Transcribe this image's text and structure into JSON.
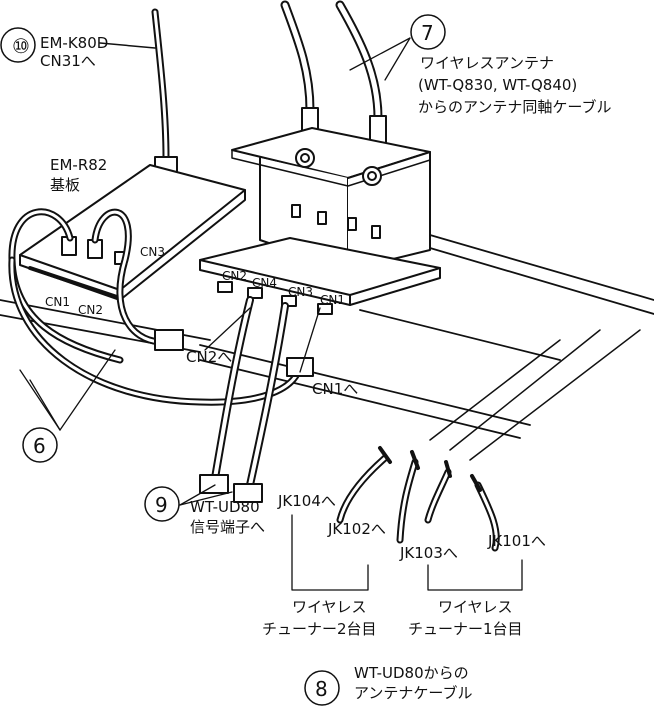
{
  "callouts": {
    "c10": "⑩",
    "c7": "7",
    "c6": "6",
    "c9": "9",
    "c8": "8"
  },
  "labels": {
    "emk80d_line1": "EM-K80D",
    "emk80d_line2": "CN31へ",
    "antenna_line1": "ワイヤレスアンテナ",
    "antenna_line2": "(WT-Q830, WT-Q840)",
    "antenna_line3": "からのアンテナ同軸ケーブル",
    "emr82_line1": "EM-R82",
    "emr82_line2": "基板",
    "board_cn3": "CN3",
    "board_cn1": "CN1",
    "board_cn2": "CN2",
    "unit_cn2": "CN2",
    "unit_cn4": "CN4",
    "unit_cn3": "CN3",
    "unit_cn1": "CN1",
    "to_cn2": "CN2へ",
    "to_cn1": "CN1へ",
    "jk104": "JK104へ",
    "jk102": "JK102へ",
    "jk103": "JK103へ",
    "jk101": "JK101へ",
    "wtud80_line1": "WT-UD80",
    "wtud80_line2": "信号端子へ",
    "tuner2_line1": "ワイヤレス",
    "tuner2_line2": "チューナー2台目",
    "tuner1_line1": "ワイヤレス",
    "tuner1_line2": "チューナー1台目",
    "antcable_line1": "WT-UD80からの",
    "antcable_line2": "アンテナケーブル"
  }
}
